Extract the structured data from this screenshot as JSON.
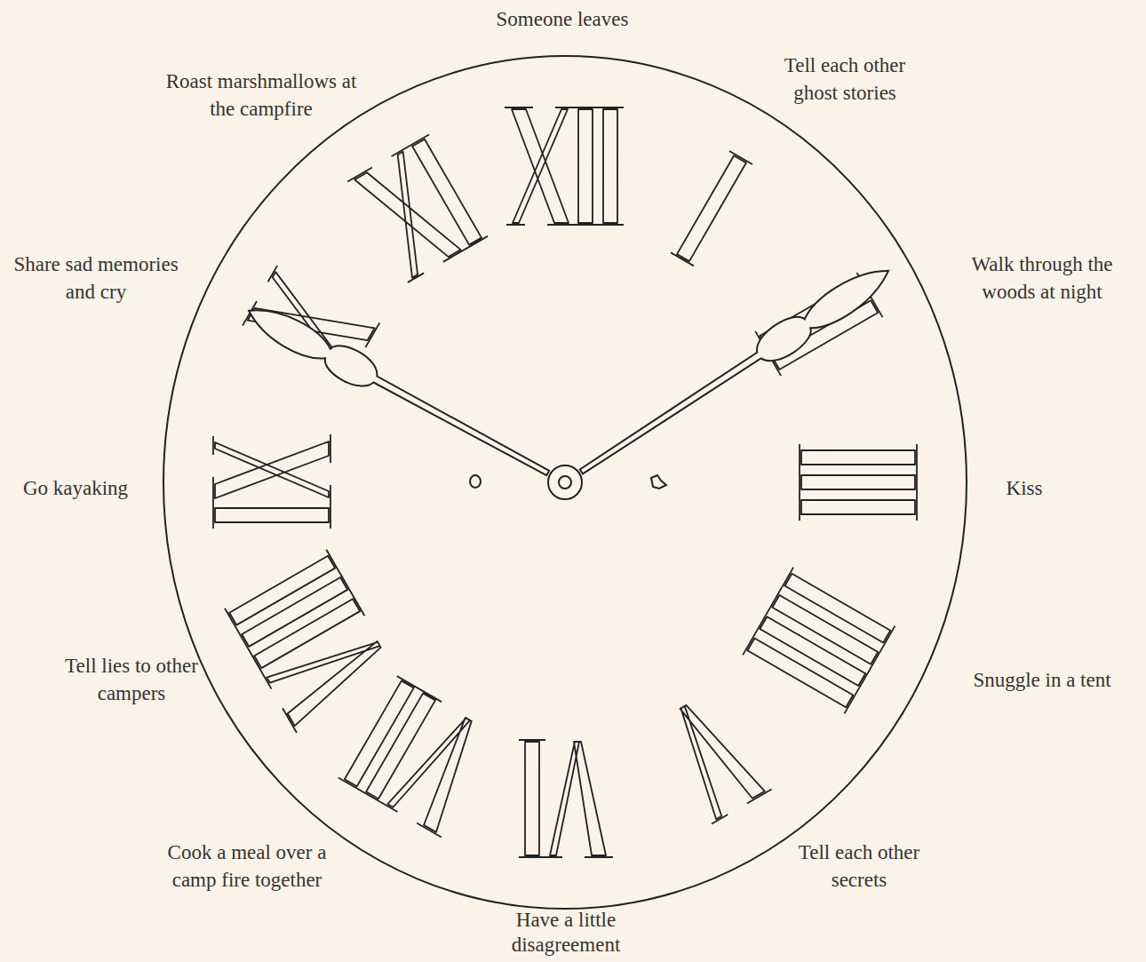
{
  "diagram": {
    "labels": [
      "Someone leaves",
      "Roast marshmallows at the campfire",
      "Tell each other ghost stories",
      "Share sad memories and cry",
      "Walk through the woods at night",
      "Go kayaking",
      "Kiss",
      "Tell lies to other campers",
      "Snuggle in a tent",
      "Cook a meal over a camp fire together",
      "Tell each other secrets",
      "Have a little disagreement"
    ]
  }
}
